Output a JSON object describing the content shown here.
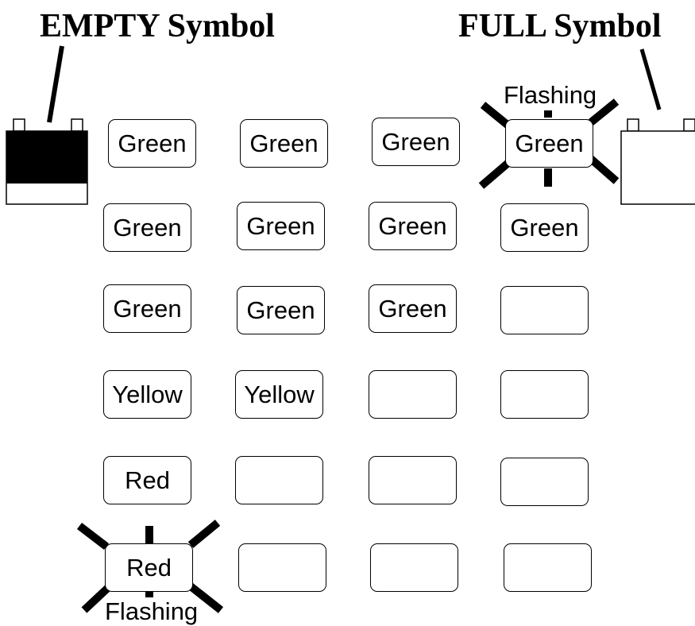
{
  "titles": {
    "empty": "EMPTY Symbol",
    "full": "FULL Symbol"
  },
  "grid": [
    [
      "Green",
      "Green",
      "Green",
      "Green"
    ],
    [
      "Green",
      "Green",
      "Green",
      "Green"
    ],
    [
      "Green",
      "Green",
      "Green",
      ""
    ],
    [
      "Yellow",
      "Yellow",
      "",
      ""
    ],
    [
      "Red",
      "",
      "",
      ""
    ],
    [
      "Red",
      "",
      "",
      ""
    ]
  ],
  "flashing": {
    "top_right_caption": "Flashing",
    "bottom_left_caption": "Flashing"
  },
  "battery": {
    "empty": {
      "fill_level": 0.72,
      "fill_color": "#000000"
    },
    "full": {
      "fill_level": 0.0
    }
  }
}
